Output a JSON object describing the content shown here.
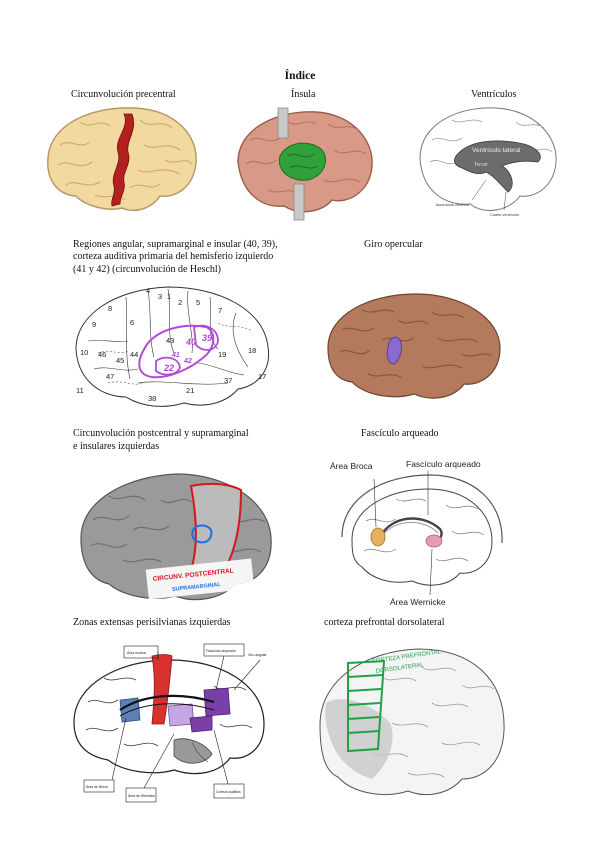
{
  "document": {
    "title": "Índice",
    "captions": {
      "precentral": "Circunvolución precentral",
      "insula": "Ínsula",
      "ventricles": "Ventrículos",
      "angular_line1": "Regiones angular, supramarginal e insular (40, 39),",
      "angular_line2": " corteza auditiva primaria del hemisferio izquierdo",
      "angular_line3": "(41 y 42) (circunvolución de Heschl)",
      "opercular": "Giro opercular",
      "postcentral_line1": "Circunvolución postcentral y supramarginal",
      "postcentral_line2": "e insulares izquierdas",
      "arcuate": "Fascículo arqueado",
      "perisylvian": "Zonas extensas perisilvianas izquierdas",
      "prefrontal": "corteza prefrontal dorsolateral"
    },
    "figure_labels": {
      "ventricles_main": "Ventrículo lateral",
      "ventricles_third": "Tercer",
      "ventricles_bottom_left": "Acueducto cerebral",
      "ventricles_bottom_right": "Cuarto ventrículo",
      "brodmann_numbers": [
        "4",
        "6",
        "8",
        "9",
        "10",
        "46",
        "45",
        "44",
        "47",
        "43",
        "40",
        "39",
        "19",
        "18",
        "17",
        "22",
        "41",
        "42",
        "21",
        "37",
        "38",
        "11",
        "3",
        "1",
        "2",
        "5",
        "7"
      ],
      "postcentral_red": "CIRCUNV. POSTCENTRAL",
      "postcentral_blue": "SUPRAMARGINAL",
      "broca": "Área Broca",
      "arcuate": "Fascículo arqueado",
      "wernicke": "Área Wernicke",
      "prefrontal_green_1": "CORTEZA PREFRONTAL",
      "prefrontal_green_2": "DORSOLATERAL",
      "perisylvian_boxes": [
        "Área motora",
        "Fascículo arqueado",
        "Área de Broca",
        "Área de Wernicke",
        "Corteza auditiva",
        "Giro angular"
      ]
    },
    "colors": {
      "precentral_red": "#b32020",
      "brain_tan": "#f2d9a0",
      "brain_pink": "#d89a86",
      "insula_green": "#2fa03a",
      "brain_brown": "#b37a5e",
      "opercular_purple": "#8a6ad0",
      "gray_brain": "#9a9a9a",
      "postcentral_outline": "#d01820",
      "supramarginal_outline": "#1e6fe0",
      "brodmann_purple": "#b04ad8",
      "prefrontal_green": "#22a046"
    }
  }
}
